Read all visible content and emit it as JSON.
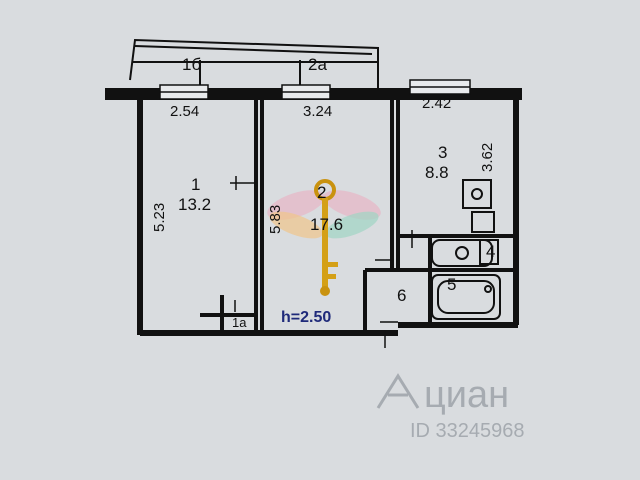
{
  "rooms": [
    {
      "id": "1",
      "number": "1",
      "area": "13.2",
      "width": "2.54",
      "length": "5.23"
    },
    {
      "id": "2",
      "number": "2",
      "area": "17.6",
      "width": "3.24",
      "length": "5.83"
    },
    {
      "id": "3",
      "number": "3",
      "area": "8.8",
      "width": "2.42",
      "length": "3.62"
    },
    {
      "id": "4",
      "number": "4"
    },
    {
      "id": "5",
      "number": "5"
    },
    {
      "id": "6",
      "number": "6"
    }
  ],
  "balconies": [
    {
      "label": "1б"
    },
    {
      "label": "2а"
    }
  ],
  "closet": {
    "label": "1а"
  },
  "ceiling_height": "h=2.50",
  "watermark": {
    "brand": "циан",
    "id": "ID 33245968"
  },
  "colors": {
    "wall": "#111111",
    "background": "#d9dcdf",
    "height_text": "#1f2a7a",
    "key": "#d4a017"
  },
  "icons": [
    "key-dragonfly-logo",
    "cian-house-icon"
  ]
}
